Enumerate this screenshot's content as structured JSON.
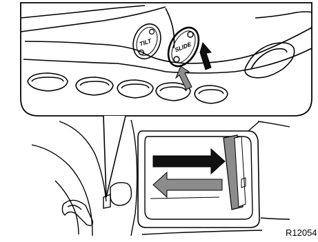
{
  "illustration": {
    "buttons": {
      "tilt_label": "TILT",
      "slide_label": "SLIDE"
    },
    "arrows": {
      "press_slide_front": "press-arrow",
      "press_slide_rear": "press-arrow",
      "open_direction": "right-arrow-dark",
      "close_direction": "left-arrow-gray"
    },
    "reference_code": "R12054"
  },
  "colors": {
    "line": "#000000",
    "dark_arrow": "#111111",
    "gray_arrow": "#8c8c8c",
    "panel_fill": "#ffffff"
  }
}
